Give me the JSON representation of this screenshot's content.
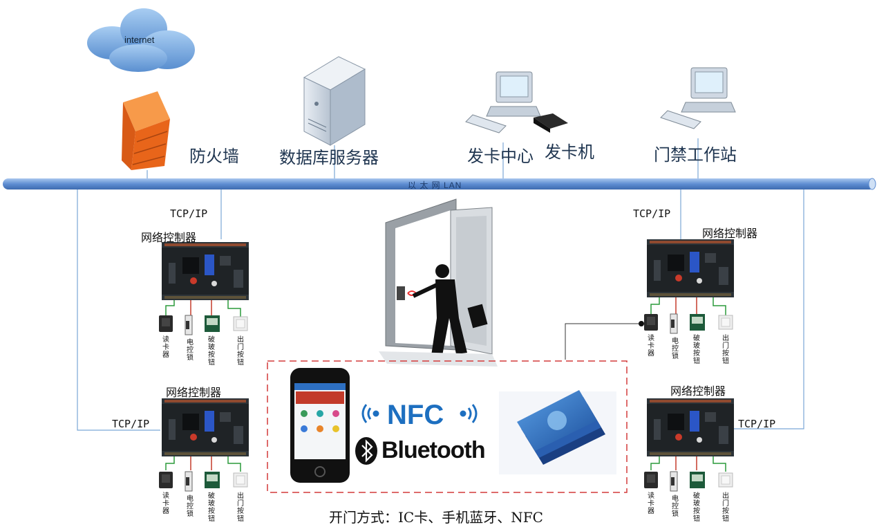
{
  "cloud": {
    "label": "internet"
  },
  "nodes": {
    "firewall": "防火墙",
    "db_server": "数据库服务器",
    "card_center": "发卡中心",
    "card_machine": "发卡机",
    "access_station": "门禁工作站"
  },
  "network": {
    "lan_label": "以 太 网 LAN",
    "tcp_label": "TCP/IP"
  },
  "controllers": [
    {
      "title": "网络控制器"
    },
    {
      "title": "网络控制器"
    },
    {
      "title": "网络控制器"
    },
    {
      "title": "网络控制器"
    }
  ],
  "devices": {
    "reader": "读卡器",
    "lock": "电控锁",
    "glass_button": "破玻按钮",
    "exit_button": "出门按钮"
  },
  "methods": {
    "nfc": "NFC",
    "bluetooth": "Bluetooth",
    "caption": "开门方式：IC卡、手机蓝牙、NFC"
  },
  "colors": {
    "lan_pipe": "#6f9bd8",
    "dashed_box": "#d43a3a",
    "nfc_blue": "#1d6fc0",
    "firewall": "#f07020"
  }
}
